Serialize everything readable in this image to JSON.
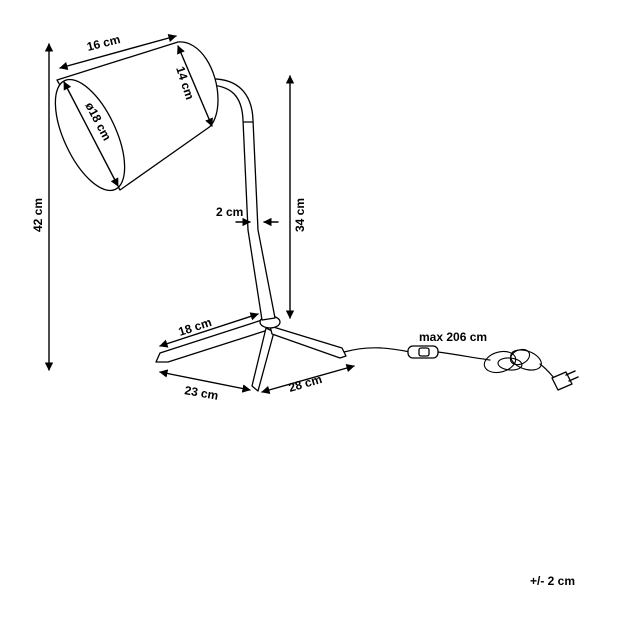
{
  "dimensions": {
    "shade_width": "16 cm",
    "shade_depth": "14 cm",
    "shade_diameter": "ø18 cm",
    "total_height": "42 cm",
    "arm_height": "34 cm",
    "arm_diameter": "2 cm",
    "base_leg_back": "18 cm",
    "base_leg_front": "23 cm",
    "base_leg_right": "28 cm",
    "cable_length": "max 206 cm"
  },
  "tolerance": "+/- 2 cm",
  "colors": {
    "ink": "#000000",
    "background": "#ffffff"
  }
}
